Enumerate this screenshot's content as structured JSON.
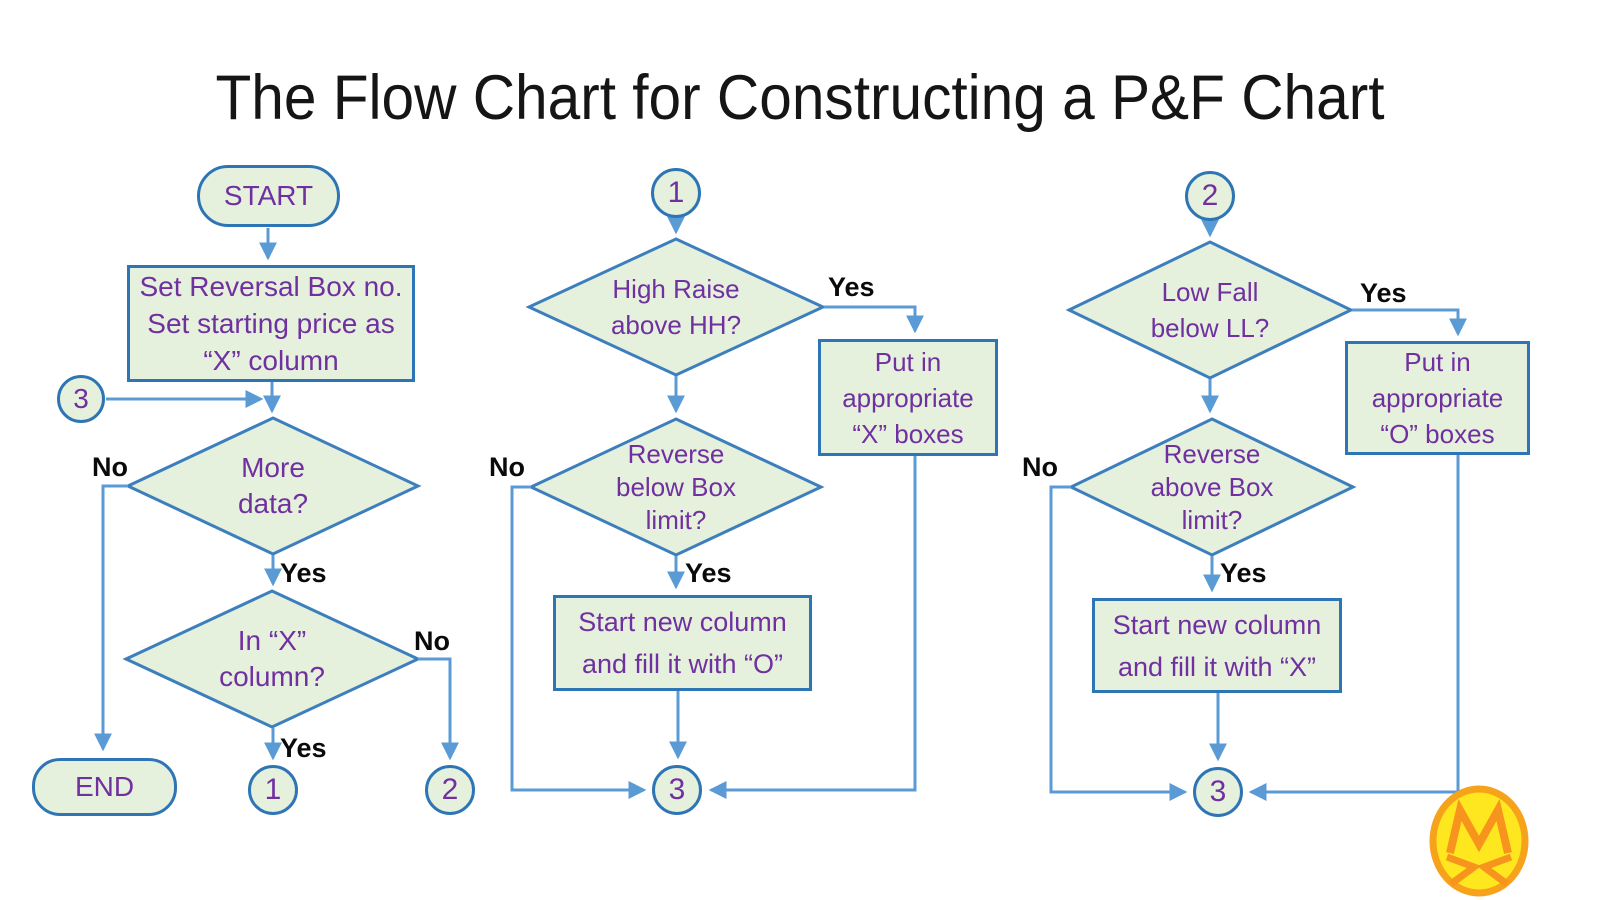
{
  "title": "The Flow Chart for Constructing a P&F Chart",
  "colors": {
    "shape_fill": "#e5f0dd",
    "shape_border": "#2e75b6",
    "connector": "#5b9bd5",
    "node_text": "#7030a0",
    "label_text": "#0a0a0a",
    "logo_orange": "#f7941d",
    "logo_yellow": "#ffe71f"
  },
  "flow": {
    "left": {
      "start": "START",
      "setup": {
        "l1": "Set Reversal Box no.",
        "l2": "Set starting price as",
        "l3": "“X” column"
      },
      "ref3": "3",
      "d_more": {
        "l1": "More",
        "l2": "data?"
      },
      "lbl_no_more": "No",
      "lbl_yes_more": "Yes",
      "d_inx": {
        "l1": "In “X”",
        "l2": "column?"
      },
      "lbl_no_inx": "No",
      "lbl_yes_inx": "Yes",
      "end": "END",
      "ref1": "1",
      "ref2": "2"
    },
    "middle": {
      "ref1": "1",
      "d_high": {
        "l1": "High Raise",
        "l2": "above HH?"
      },
      "lbl_yes_high": "Yes",
      "putin": {
        "l1": "Put in",
        "l2": "appropriate",
        "l3": "“X”  boxes"
      },
      "d_rev": {
        "l1": "Reverse",
        "l2": "below Box",
        "l3": "limit?"
      },
      "lbl_no_rev": "No",
      "lbl_yes_rev": "Yes",
      "newcol": {
        "l1": "Start new column",
        "l2": "and fill it with “O”"
      },
      "ref3": "3"
    },
    "right": {
      "ref2": "2",
      "d_low": {
        "l1": "Low Fall",
        "l2": "below LL?"
      },
      "lbl_yes_low": "Yes",
      "putin": {
        "l1": "Put in",
        "l2": "appropriate",
        "l3": "“O”  boxes"
      },
      "d_rev": {
        "l1": "Reverse",
        "l2": "above Box",
        "l3": "limit?"
      },
      "lbl_no_rev": "No",
      "lbl_yes_rev": "Yes",
      "newcol": {
        "l1": "Start new column",
        "l2": "and fill it with “X”"
      },
      "ref3": "3"
    }
  },
  "logo": {
    "name": "orange-m-emblem"
  }
}
